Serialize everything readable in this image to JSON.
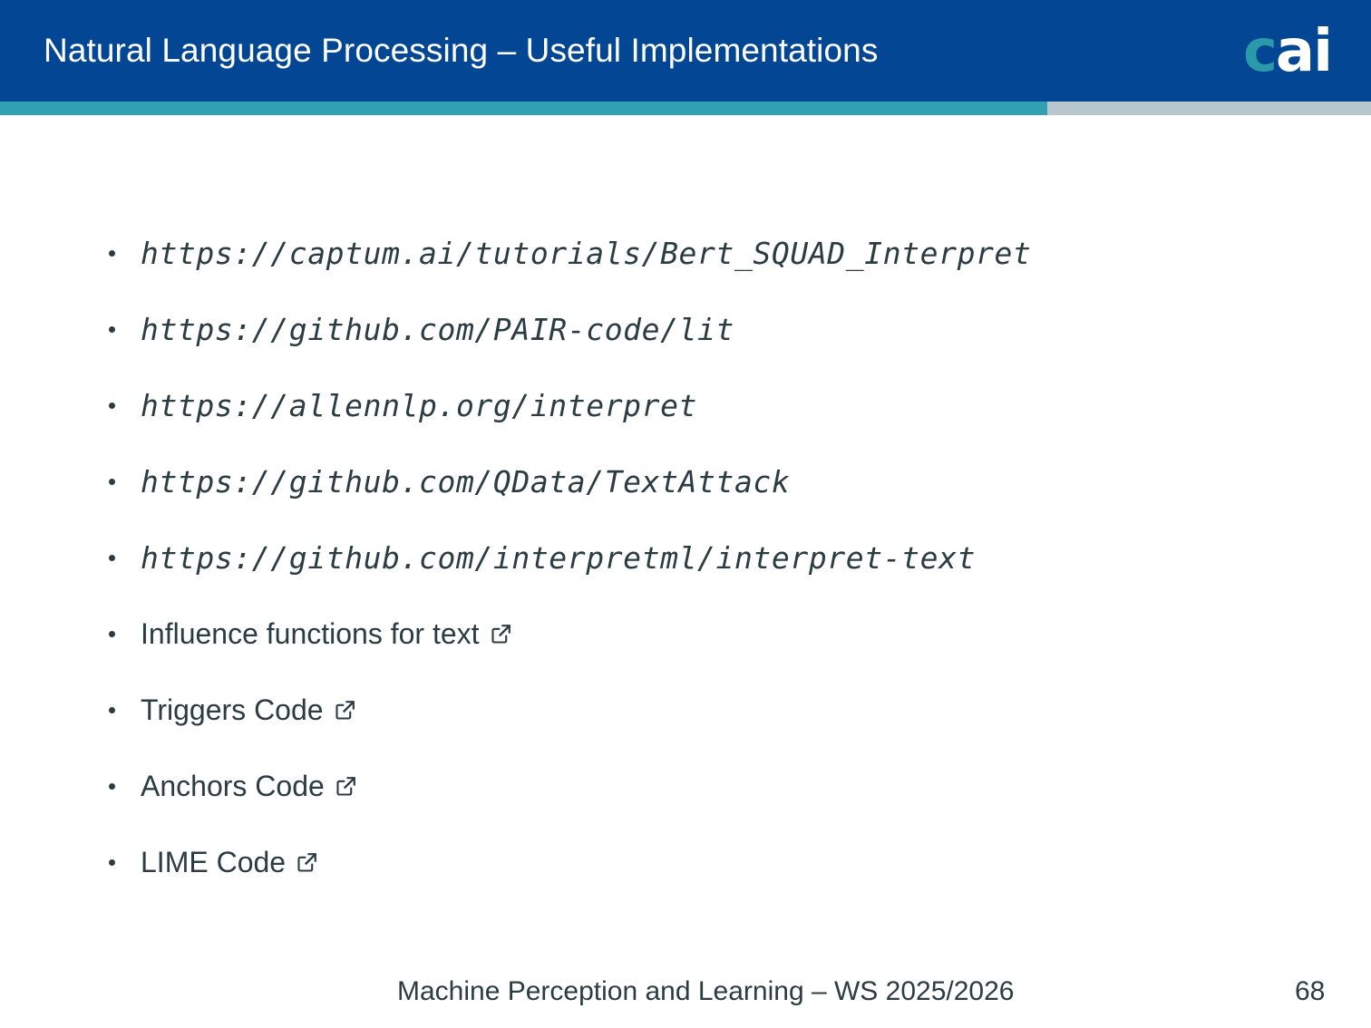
{
  "header": {
    "title": "Natural Language Processing – Useful Implementations",
    "background_color": "#034694",
    "title_color": "#ffffff",
    "logo": {
      "text_first": "c",
      "text_rest": "ai",
      "first_color": "#2a9aa8",
      "rest_color": "#ffffff"
    }
  },
  "accent_bar": {
    "teal_color": "#31a0b2",
    "gray_color": "#b8c6ce"
  },
  "body": {
    "bullets": [
      {
        "text": "https://captum.ai/tutorials/Bert_SQUAD_Interpret",
        "style": "url",
        "has_link_icon": false
      },
      {
        "text": "https://github.com/PAIR-code/lit",
        "style": "url",
        "has_link_icon": false
      },
      {
        "text": "https://allennlp.org/interpret",
        "style": "url",
        "has_link_icon": false
      },
      {
        "text": "https://github.com/QData/TextAttack",
        "style": "url",
        "has_link_icon": false
      },
      {
        "text": "https://github.com/interpretml/interpret-text",
        "style": "url",
        "has_link_icon": false
      },
      {
        "text": "Influence functions for text",
        "style": "plain",
        "has_link_icon": true
      },
      {
        "text": "Triggers Code",
        "style": "plain",
        "has_link_icon": true
      },
      {
        "text": "Anchors Code",
        "style": "plain",
        "has_link_icon": true
      },
      {
        "text": "LIME Code",
        "style": "plain",
        "has_link_icon": true
      }
    ],
    "link_icon_name": "external-link-icon",
    "text_color": "#2b3c43"
  },
  "footer": {
    "course_text": "Machine Perception and Learning – WS 2025/2026",
    "page_number": "68"
  }
}
